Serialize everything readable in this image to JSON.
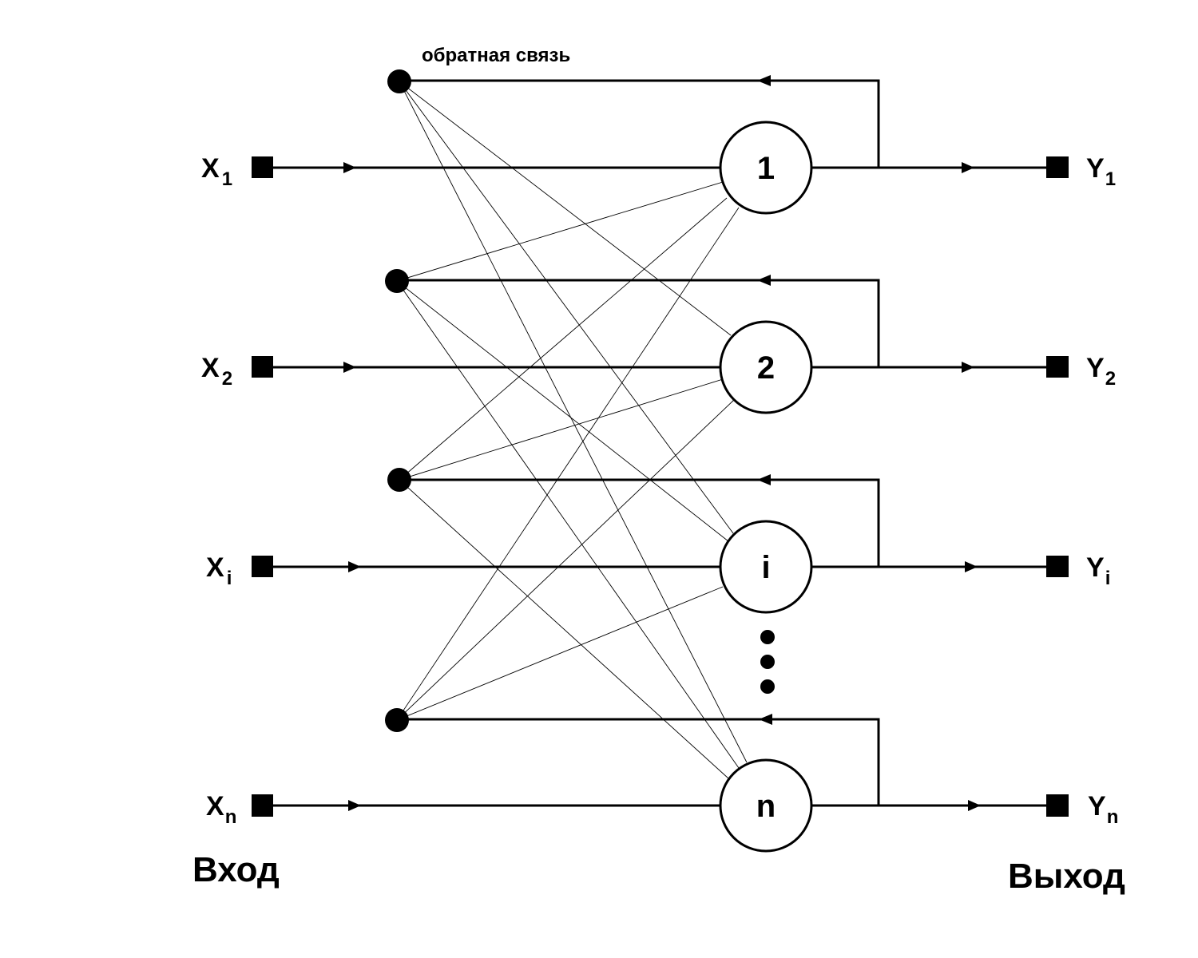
{
  "feedback_label": "обратная связь",
  "input_caption": "Вход",
  "output_caption": "Выход",
  "neurons": [
    {
      "label": "1",
      "input": {
        "base": "X",
        "sub": "1"
      },
      "output": {
        "base": "Y",
        "sub": "1"
      }
    },
    {
      "label": "2",
      "input": {
        "base": "X",
        "sub": "2"
      },
      "output": {
        "base": "Y",
        "sub": "2"
      }
    },
    {
      "label": "i",
      "input": {
        "base": "X",
        "sub": "i"
      },
      "output": {
        "base": "Y",
        "sub": "i"
      }
    },
    {
      "label": "n",
      "input": {
        "base": "X",
        "sub": "n"
      },
      "output": {
        "base": "Y",
        "sub": "n"
      }
    }
  ]
}
